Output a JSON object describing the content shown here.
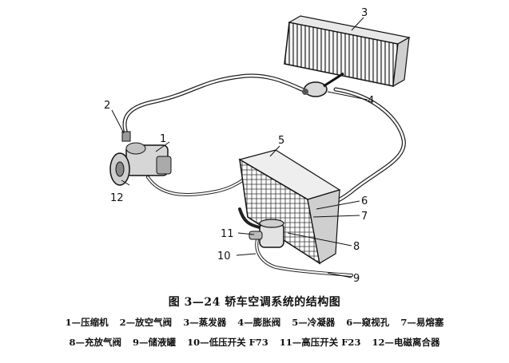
{
  "figure": {
    "title": "图 3—24   轿车空调系统的结构图",
    "callouts": [
      {
        "num": "1",
        "label": "压缩机"
      },
      {
        "num": "2",
        "label": "放空气阀"
      },
      {
        "num": "3",
        "label": "蒸发器"
      },
      {
        "num": "4",
        "label": "膨胀阀"
      },
      {
        "num": "5",
        "label": "冷凝器"
      },
      {
        "num": "6",
        "label": "窥视孔"
      },
      {
        "num": "7",
        "label": "易熔塞"
      },
      {
        "num": "8",
        "label": "充放气阀"
      },
      {
        "num": "9",
        "label": "储液罐"
      },
      {
        "num": "10",
        "label": "低压开关 F73"
      },
      {
        "num": "11",
        "label": "高压开关 F23"
      },
      {
        "num": "12",
        "label": "电磁离合器"
      }
    ],
    "legend_rows": [
      [
        "1—压缩机",
        "2—放空气阀",
        "3—蒸发器",
        "4—膨胀阀",
        "5—冷凝器",
        "6—窥视孔",
        "7—易熔塞"
      ],
      [
        "8—充放气阀",
        "9—储液罐",
        "10—低压开关 F73",
        "11—高压开关 F23",
        "12—电磁离合器"
      ]
    ]
  }
}
